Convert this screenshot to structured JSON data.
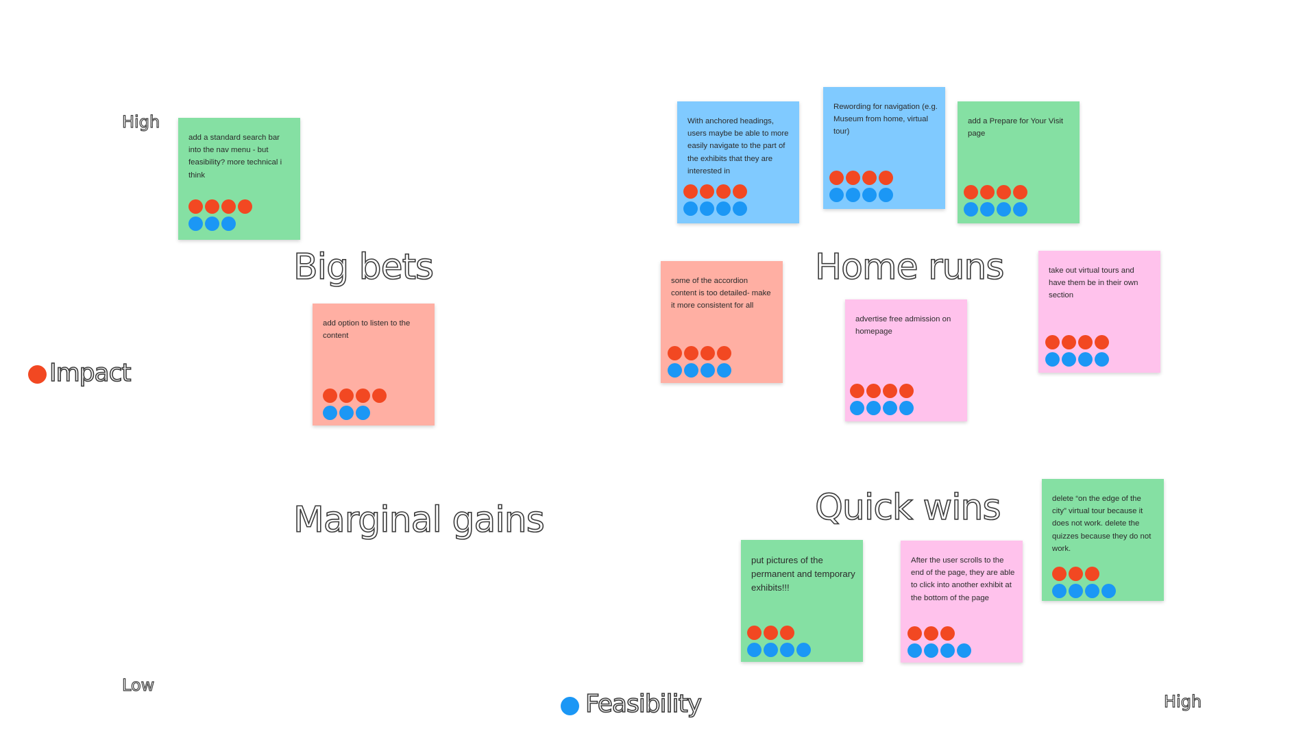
{
  "colors": {
    "impact": "#f24822",
    "feasibility": "#1b97f5",
    "green": "#85e0a3",
    "blue": "#80caff",
    "salmon": "#ffafa3",
    "pink": "#ffc2ec"
  },
  "axes": {
    "y_high": "High",
    "y_low": "Low",
    "x_high": "High",
    "impact_label": "Impact",
    "feasibility_label": "Feasibility"
  },
  "quadrants": {
    "big_bets": "Big bets",
    "home_runs": "Home runs",
    "marginal_gains": "Marginal gains",
    "quick_wins": "Quick wins"
  },
  "stickies": [
    {
      "text": "add a standard search bar into the nav menu - but feasibility? more technical i think",
      "color": "green",
      "impact_votes": 4,
      "feasibility_votes": 3
    },
    {
      "text": "add option to listen to the content",
      "color": "salmon",
      "impact_votes": 4,
      "feasibility_votes": 3
    },
    {
      "text": "With anchored headings, users maybe be able to more easily navigate to the part of the exhibits that they are interested in",
      "color": "blue",
      "impact_votes": 4,
      "feasibility_votes": 4
    },
    {
      "text": "Rewording for navigation (e.g. Museum from home, virtual tour)",
      "color": "blue",
      "impact_votes": 4,
      "feasibility_votes": 4
    },
    {
      "text": "add a Prepare for Your Visit page",
      "color": "green",
      "impact_votes": 4,
      "feasibility_votes": 4
    },
    {
      "text": "some of the accordion content is too detailed- make it more consistent for all",
      "color": "salmon",
      "impact_votes": 4,
      "feasibility_votes": 4
    },
    {
      "text": "advertise free admission on homepage",
      "color": "pink",
      "impact_votes": 4,
      "feasibility_votes": 4
    },
    {
      "text": "take out virtual tours and have them be in their own section",
      "color": "pink",
      "impact_votes": 4,
      "feasibility_votes": 4
    },
    {
      "text": "delete “on the edge of the city” virtual tour because it does not work. delete the quizzes because they do not work.",
      "color": "green",
      "impact_votes": 3,
      "feasibility_votes": 4
    },
    {
      "text": "put pictures of the permanent and temporary exhibits!!!",
      "color": "green",
      "impact_votes": 3,
      "feasibility_votes": 4
    },
    {
      "text": "After the user scrolls to the end of the page, they are able to click into another exhibit at the bottom of the page",
      "color": "pink",
      "impact_votes": 3,
      "feasibility_votes": 4
    }
  ]
}
